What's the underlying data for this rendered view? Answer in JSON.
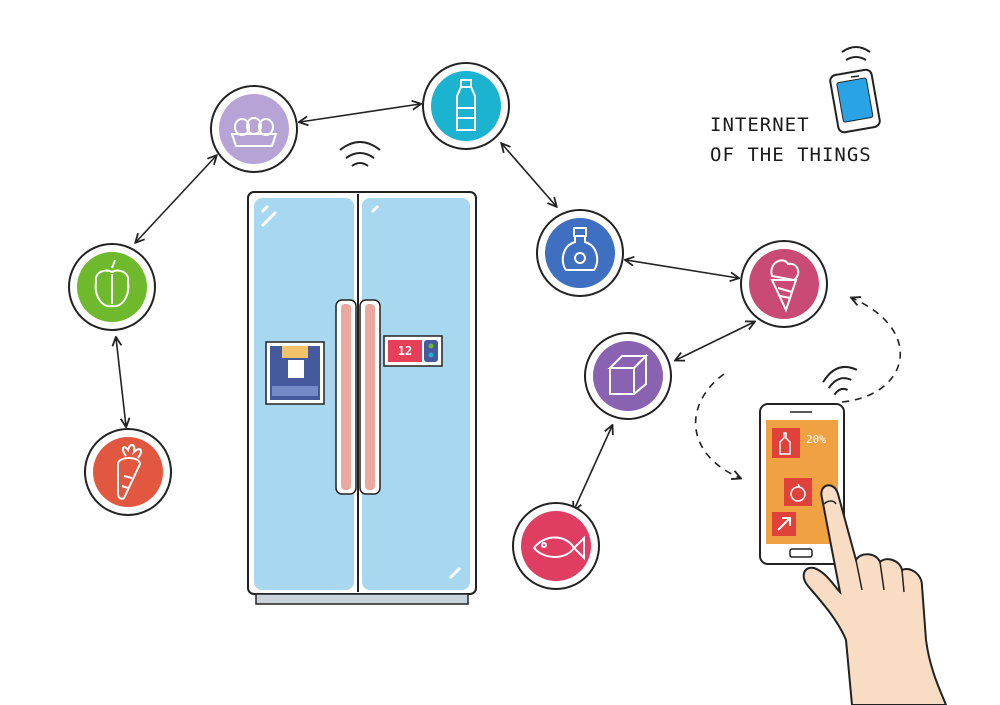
{
  "headline": {
    "line1": "INTERNET",
    "line2": "OF THE THINGS"
  },
  "fridge": {
    "display_temp": "12"
  },
  "phone": {
    "discount_tile": "20%"
  },
  "colors": {
    "fridge_body": "#a8d8ef",
    "egg_node": "#b7a4d6",
    "bottle_node": "#1bb3cf",
    "pepper_node": "#6fba2c",
    "carrot_node": "#e2573f",
    "flask_node": "#3f6fc0",
    "icecream_node": "#c94a74",
    "milk_node": "#8a62b2",
    "fish_node": "#df3e62",
    "phone_screen": "#f0a242",
    "phone_accent": "#e0413a",
    "outline": "#222222"
  },
  "nodes": [
    "egg-icon",
    "bottle-icon",
    "pepper-icon",
    "carrot-icon",
    "flask-icon",
    "ice-cream-icon",
    "milk-carton-icon",
    "fish-icon"
  ]
}
